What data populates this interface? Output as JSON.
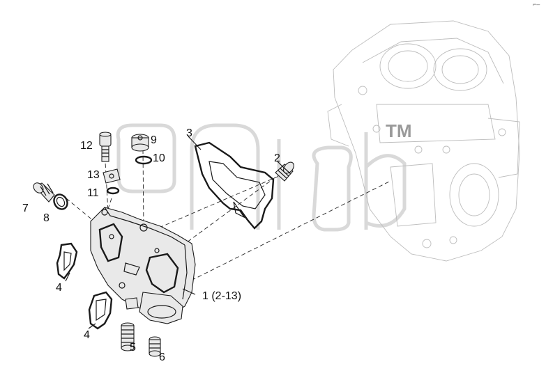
{
  "corner_mark": "⌐–",
  "watermark": {
    "tm": "TM"
  },
  "callouts": [
    {
      "id": "12",
      "text": "12"
    },
    {
      "id": "9",
      "text": "9"
    },
    {
      "id": "3",
      "text": "3"
    },
    {
      "id": "10",
      "text": "10"
    },
    {
      "id": "2",
      "text": "2"
    },
    {
      "id": "13",
      "text": "13"
    },
    {
      "id": "11",
      "text": "11"
    },
    {
      "id": "7",
      "text": "7"
    },
    {
      "id": "8",
      "text": "8"
    },
    {
      "id": "4a",
      "text": "4"
    },
    {
      "id": "1",
      "text": "1 (2-13)"
    },
    {
      "id": "4b",
      "text": "4"
    },
    {
      "id": "5",
      "text": "5"
    },
    {
      "id": "6",
      "text": "6"
    }
  ]
}
